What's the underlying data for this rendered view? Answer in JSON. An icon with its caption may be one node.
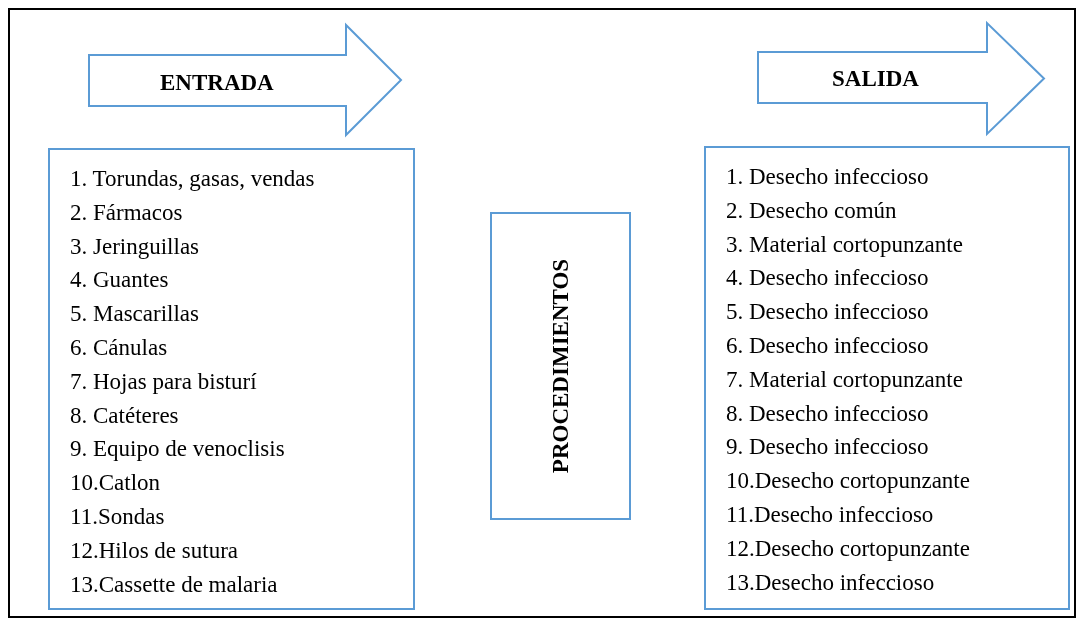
{
  "diagram": {
    "nodes": [
      {
        "text": [
          "ENTRADA"
        ]
      },
      {
        "text": [
          "1. Torundas, gasas, vendas",
          "2. Fármacos",
          "3. Jeringuillas",
          "4. Guantes",
          "5. Mascarillas",
          "6. Cánulas",
          "7. Hojas para bisturí",
          "8. Catéteres",
          "9. Equipo de venoclisis",
          "10.Catlon",
          "11.Sondas",
          "12.Hilos de sutura",
          "13.Cassette de malaria"
        ]
      },
      {
        "text": [
          "PROCEDIMIENTOS"
        ]
      },
      {
        "text": [
          "SALIDA"
        ]
      },
      {
        "text": [
          "1. Desecho infeccioso",
          "2. Desecho común",
          "3. Material cortopunzante",
          "4. Desecho infeccioso",
          "5. Desecho infeccioso",
          "6. Desecho infeccioso",
          "7. Material cortopunzante",
          "8. Desecho infeccioso",
          "9. Desecho infeccioso",
          "10.Desecho cortopunzante",
          "11.Desecho infeccioso",
          "12.Desecho cortopunzante",
          "13.Desecho infeccioso"
        ]
      }
    ],
    "edges": []
  }
}
